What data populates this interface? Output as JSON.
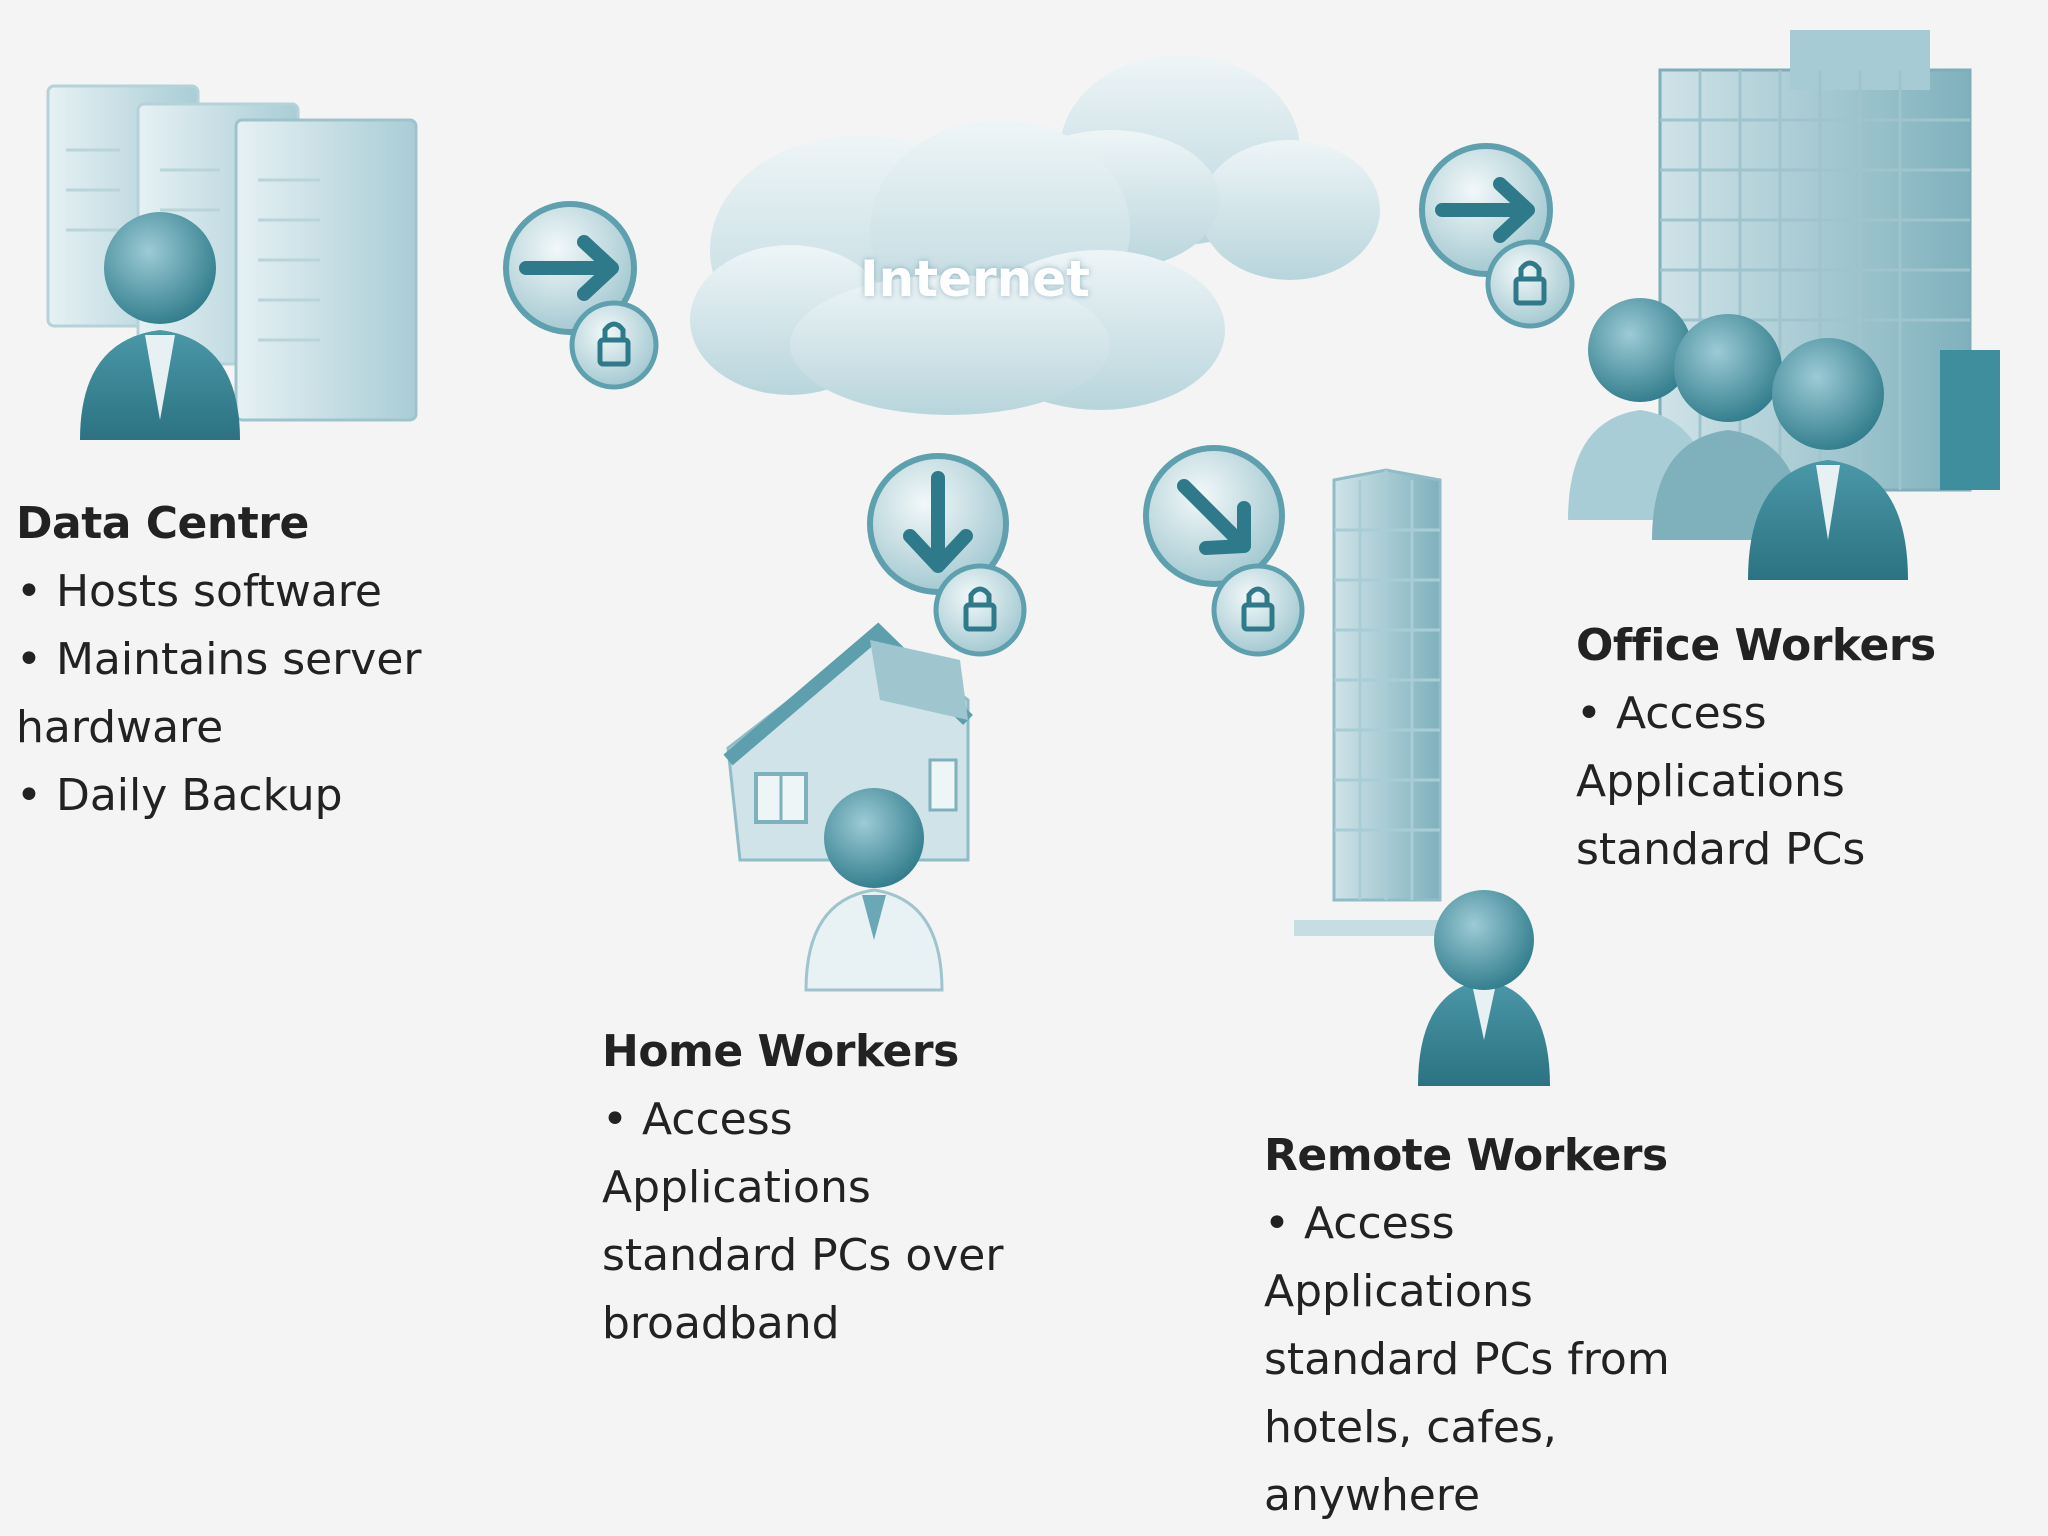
{
  "cloud": {
    "label": "Internet"
  },
  "data_centre": {
    "heading": "Data Centre",
    "items": [
      "Hosts software",
      "Maintains server hardware",
      "Daily Backup"
    ]
  },
  "home_workers": {
    "heading": "Home Workers",
    "items": [
      "Access Applications standard PCs over broadband"
    ]
  },
  "remote_workers": {
    "heading": "Remote Workers",
    "items": [
      "Access Applications standard PCs from hotels, cafes, anywhere"
    ]
  },
  "office_workers": {
    "heading": "Office Workers",
    "items": [
      "Access Applications standard PCs"
    ]
  },
  "colors": {
    "background": "#f4f4f4",
    "icon_dark": "#3f8e9e",
    "icon_mid": "#7fb6c2",
    "icon_light": "#cfe5ea",
    "cloud": "#dbe9ed"
  },
  "icons": [
    "server-rack-icon",
    "person-icon",
    "arrow-lock-icon",
    "cloud-icon",
    "house-icon",
    "skyscraper-icon",
    "office-building-icon",
    "group-icon"
  ]
}
